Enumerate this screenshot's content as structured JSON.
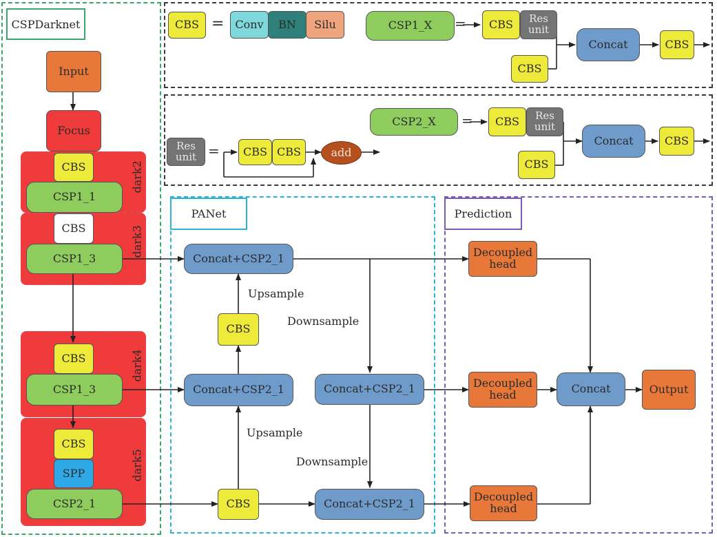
{
  "sections": {
    "backbone": "CSPDarknet",
    "neck": "PANet",
    "head": "Prediction"
  },
  "legend_cbs": {
    "cbs": "CBS",
    "equals": "=",
    "conv": "Conv",
    "bn": "BN",
    "silu": "Silu"
  },
  "legend_csp1": {
    "name": "CSP1_X",
    "arrow": "=",
    "cbs_top": "CBS",
    "res_unit": "Res\nunit",
    "cbs_bottom": "CBS",
    "concat": "Concat",
    "cbs_out": "CBS"
  },
  "legend_csp2": {
    "name": "CSP2_X",
    "arrow": "=",
    "cbs_top": "CBS",
    "res_unit": "Res\nunit",
    "cbs_bottom": "CBS",
    "concat": "Concat",
    "cbs_out": "CBS"
  },
  "legend_res": {
    "res_unit": "Res\nunit",
    "equals": "=",
    "cbs1": "CBS",
    "cbs2": "CBS",
    "add": "add"
  },
  "backbone": {
    "input": "Input",
    "focus": "Focus",
    "dark2": {
      "label": "dark2",
      "cbs": "CBS",
      "csp": "CSP1_1"
    },
    "dark3": {
      "label": "dark3",
      "cbs": "CBS",
      "csp": "CSP1_3"
    },
    "dark4": {
      "label": "dark4",
      "cbs": "CBS",
      "csp": "CSP1_3"
    },
    "dark5": {
      "label": "dark5",
      "cbs": "CBS",
      "spp": "SPP",
      "csp": "CSP2_1"
    }
  },
  "panet": {
    "concat_top": "Concat+CSP2_1",
    "upsample_top": "Upsample",
    "cbs_mid": "CBS",
    "concat_mid_left": "Concat+CSP2_1",
    "upsample_bottom": "Upsample",
    "cbs_bottom": "CBS",
    "downsample_top": "Downsample",
    "concat_mid_right": "Concat+CSP2_1",
    "downsample_bottom": "Downsample",
    "concat_bottom": "Concat+CSP2_1"
  },
  "prediction": {
    "head_top": "Decoupled\nhead",
    "head_mid": "Decoupled\nhead",
    "head_bottom": "Decoupled\nhead",
    "concat": "Concat",
    "output": "Output"
  }
}
